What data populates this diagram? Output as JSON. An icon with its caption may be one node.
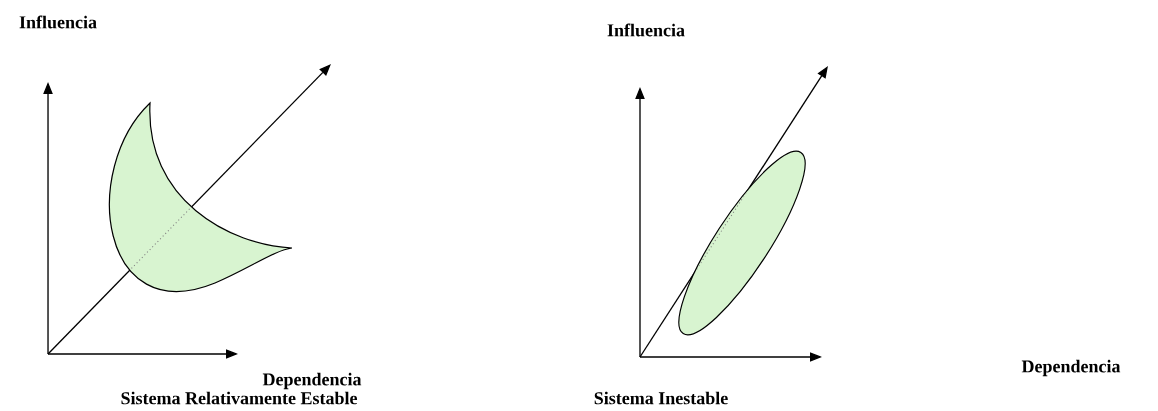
{
  "diagram": {
    "labels": [
      "Influencia",
      "Influencia",
      "Dependencia",
      "Dependencia",
      "Sistema Relativamente Estable",
      "Sistema Inestable"
    ]
  }
}
